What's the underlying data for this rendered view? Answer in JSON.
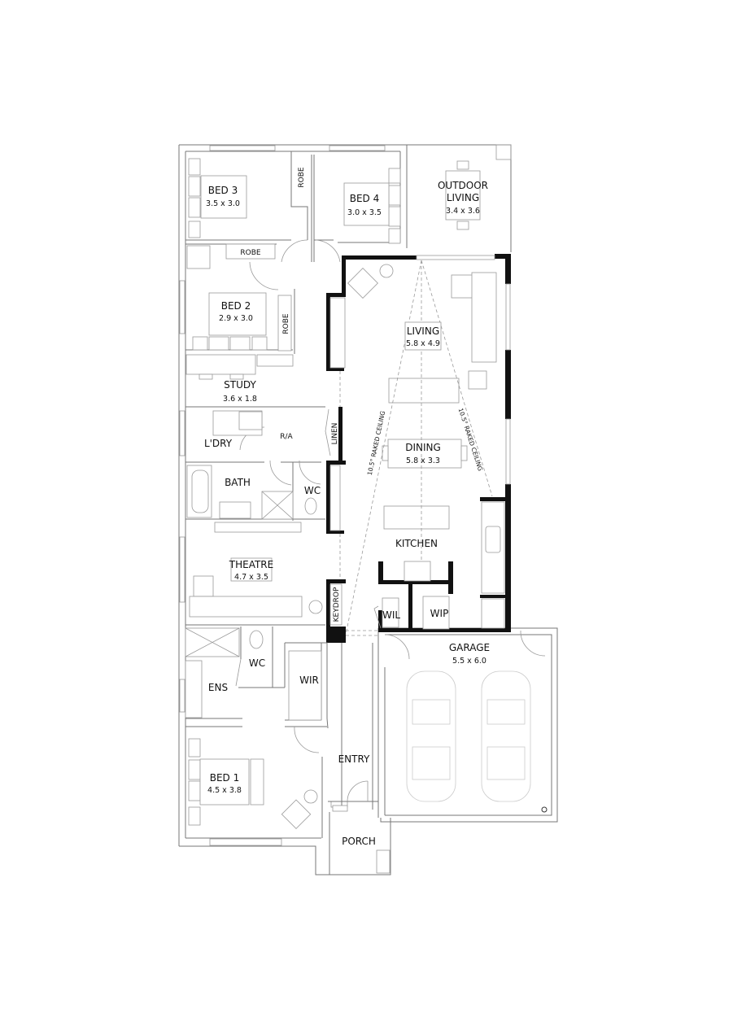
{
  "plan": {
    "rooms": [
      {
        "id": "bed3",
        "name": "BED 3",
        "size": "3.5 x 3.0"
      },
      {
        "id": "bed4",
        "name": "BED 4",
        "size": "3.0 x 3.5"
      },
      {
        "id": "outdoor",
        "name": "OUTDOOR",
        "name2": "LIVING",
        "size": "3.4 x 3.6"
      },
      {
        "id": "bed2",
        "name": "BED 2",
        "size": "2.9 x 3.0"
      },
      {
        "id": "study",
        "name": "STUDY",
        "size": "3.6 x 1.8"
      },
      {
        "id": "living",
        "name": "LIVING",
        "size": "5.8 x 4.9"
      },
      {
        "id": "dining",
        "name": "DINING",
        "size": "5.8 x 3.3"
      },
      {
        "id": "laundry",
        "name": "L'DRY"
      },
      {
        "id": "bath",
        "name": "BATH"
      },
      {
        "id": "wc1",
        "name": "WC"
      },
      {
        "id": "kitchen",
        "name": "KITCHEN"
      },
      {
        "id": "theatre",
        "name": "THEATRE",
        "size": "4.7 x 3.5"
      },
      {
        "id": "wil",
        "name": "WIL"
      },
      {
        "id": "wip",
        "name": "WIP"
      },
      {
        "id": "garage",
        "name": "GARAGE",
        "size": "5.5 x 6.0"
      },
      {
        "id": "wc2",
        "name": "WC"
      },
      {
        "id": "ens",
        "name": "ENS"
      },
      {
        "id": "wir",
        "name": "WIR"
      },
      {
        "id": "entry",
        "name": "ENTRY"
      },
      {
        "id": "bed1",
        "name": "BED 1",
        "size": "4.5 x 3.8"
      },
      {
        "id": "porch",
        "name": "PORCH"
      }
    ],
    "annotations": {
      "robe_top": "ROBE",
      "robe_vertical": "ROBE",
      "robe_bed2": "ROBE",
      "linen": "LINEN",
      "keydrop": "KEYDROP",
      "ra": "R/A",
      "raked_left": "10.5° RAKED CEILING",
      "raked_right": "10.5° RAKED CEILING"
    }
  }
}
